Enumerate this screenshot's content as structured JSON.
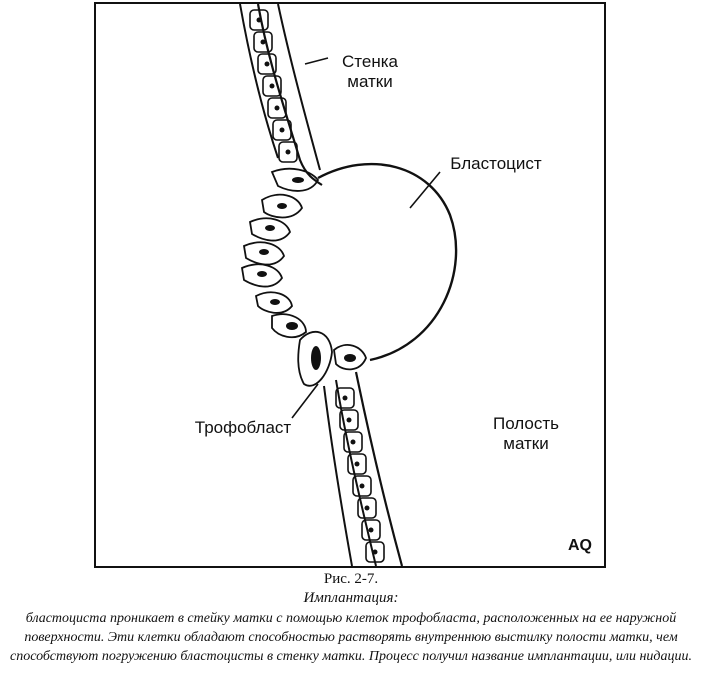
{
  "labels": {
    "wall": "Стенка\nматки",
    "blastocyst": "Бластоцист",
    "trophoblast": "Трофобласт",
    "cavity": "Полость\nматки",
    "mark": "AQ"
  },
  "caption": {
    "figure": "Рис. 2-7.",
    "title": "Имплантация:",
    "body": "бластоциста проникает в стейку матки с помощью клеток трофобласта, расположенных на ее наружной поверхности. Эти клетки обладают способностью растворять внутреннюю выстилку полости матки, чем способствуют погружению бластоцисты в стенку матки. Процесс получил название имплантации, или нидации."
  }
}
